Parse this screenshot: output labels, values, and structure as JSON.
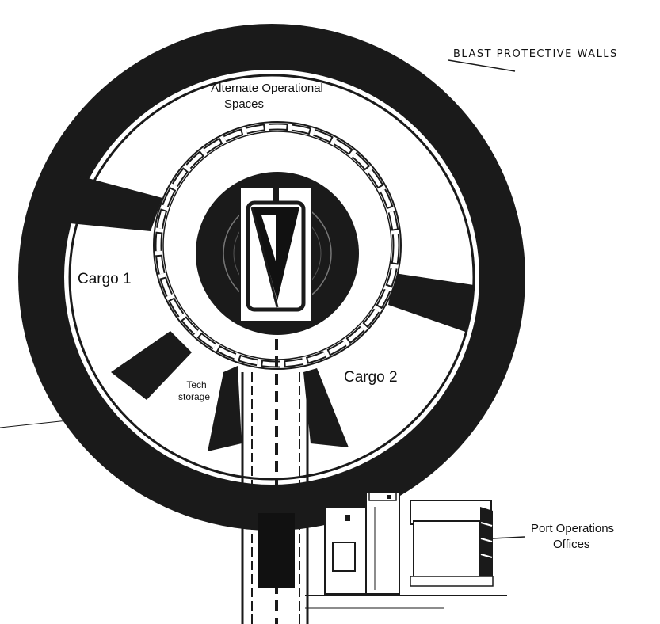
{
  "labels": {
    "blast_walls": "BLAST PROTECTIVE WALLS",
    "alt_ops_line1": "Alternate Operational",
    "alt_ops_line2": "Spaces",
    "cargo1": "Cargo 1",
    "cargo2": "Cargo 2",
    "tech_line1": "Tech",
    "tech_line2": "storage",
    "port_line1": "Port Operations",
    "port_line2": "Offices"
  },
  "colors": {
    "ink": "#111111",
    "paper": "#ffffff",
    "wall": "#1a1a1a"
  }
}
